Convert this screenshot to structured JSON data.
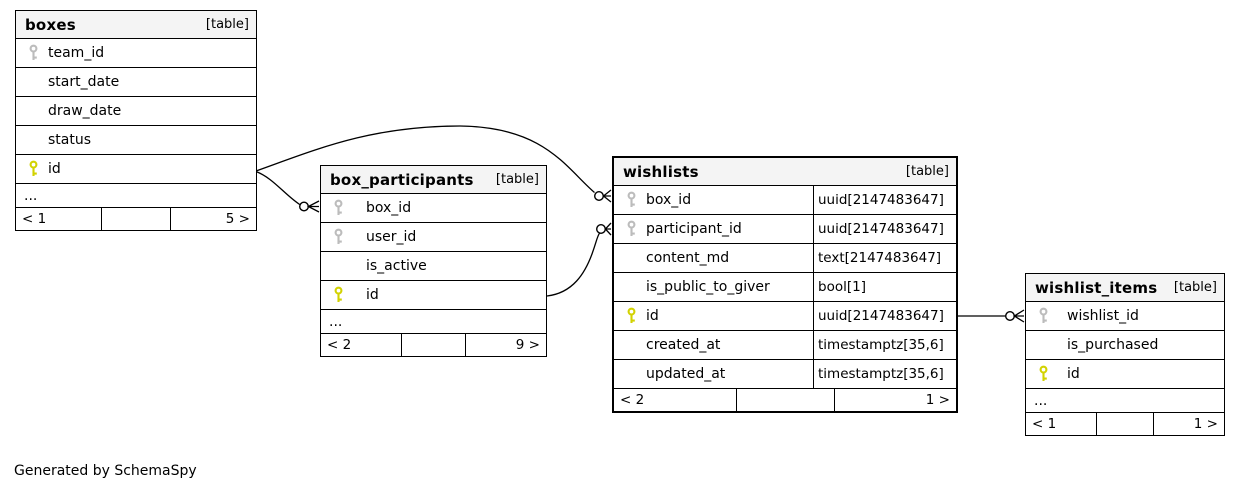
{
  "diagram": {
    "generator_note": "Generated by SchemaSpy",
    "colors": {
      "primary_key": "#d2d200",
      "foreign_key": "#bcbcbc",
      "header_bg": "#f4f4f4",
      "border": "#000000"
    },
    "tables": [
      {
        "id": "boxes",
        "name": "boxes",
        "badge": "[table]",
        "emphasized": false,
        "columns": [
          {
            "name": "team_id",
            "key": "fk",
            "type": null
          },
          {
            "name": "start_date",
            "key": null,
            "type": null
          },
          {
            "name": "draw_date",
            "key": null,
            "type": null
          },
          {
            "name": "status",
            "key": null,
            "type": null
          },
          {
            "name": "id",
            "key": "pk",
            "type": null
          }
        ],
        "ellipsis": "...",
        "footer": {
          "left": "< 1",
          "middle": "",
          "right": "5 >"
        }
      },
      {
        "id": "box_participants",
        "name": "box_participants",
        "badge": "[table]",
        "emphasized": false,
        "columns": [
          {
            "name": "box_id",
            "key": "fk",
            "type": null
          },
          {
            "name": "user_id",
            "key": "fk",
            "type": null
          },
          {
            "name": "is_active",
            "key": null,
            "type": null
          },
          {
            "name": "id",
            "key": "pk",
            "type": null
          }
        ],
        "ellipsis": "...",
        "footer": {
          "left": "< 2",
          "middle": "",
          "right": "9 >"
        }
      },
      {
        "id": "wishlists",
        "name": "wishlists",
        "badge": "[table]",
        "emphasized": true,
        "columns": [
          {
            "name": "box_id",
            "key": "fk",
            "type": "uuid[2147483647]"
          },
          {
            "name": "participant_id",
            "key": "fk",
            "type": "uuid[2147483647]"
          },
          {
            "name": "content_md",
            "key": null,
            "type": "text[2147483647]"
          },
          {
            "name": "is_public_to_giver",
            "key": null,
            "type": "bool[1]"
          },
          {
            "name": "id",
            "key": "pk",
            "type": "uuid[2147483647]"
          },
          {
            "name": "created_at",
            "key": null,
            "type": "timestamptz[35,6]"
          },
          {
            "name": "updated_at",
            "key": null,
            "type": "timestamptz[35,6]"
          }
        ],
        "ellipsis": null,
        "footer": {
          "left": "< 2",
          "middle": "",
          "right": "1 >"
        }
      },
      {
        "id": "wishlist_items",
        "name": "wishlist_items",
        "badge": "[table]",
        "emphasized": false,
        "columns": [
          {
            "name": "wishlist_id",
            "key": "fk",
            "type": null
          },
          {
            "name": "is_purchased",
            "key": null,
            "type": null
          },
          {
            "name": "id",
            "key": "pk",
            "type": null
          }
        ],
        "ellipsis": "...",
        "footer": {
          "left": "< 1",
          "middle": "",
          "right": "1 >"
        }
      }
    ],
    "relationships": [
      {
        "from": "boxes.id",
        "to": "wishlists.box_id"
      },
      {
        "from": "boxes.id",
        "to": "box_participants.box_id"
      },
      {
        "from": "box_participants.id",
        "to": "wishlists.participant_id"
      },
      {
        "from": "wishlists.id",
        "to": "wishlist_items.wishlist_id"
      }
    ]
  }
}
